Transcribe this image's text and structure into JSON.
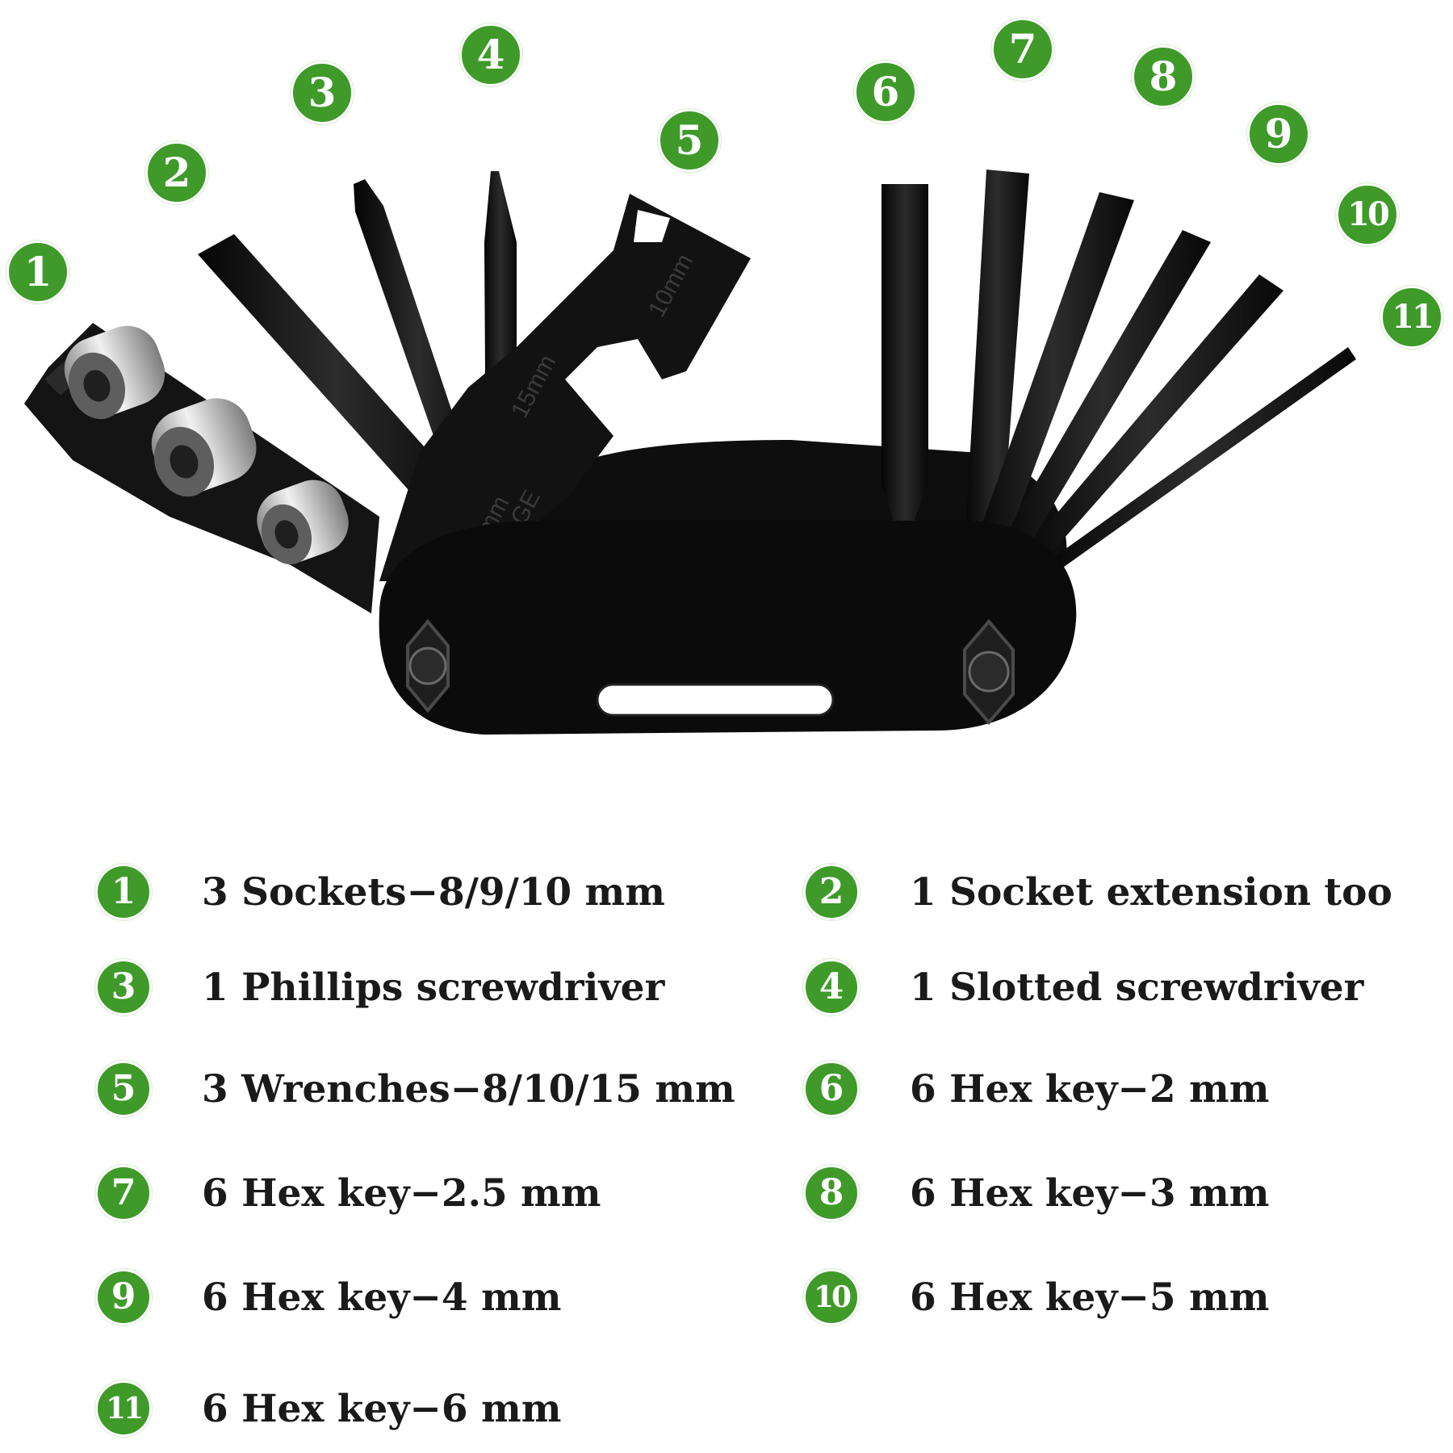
{
  "callouts": [
    {
      "num": "1"
    },
    {
      "num": "2"
    },
    {
      "num": "3"
    },
    {
      "num": "4"
    },
    {
      "num": "5"
    },
    {
      "num": "6"
    },
    {
      "num": "7"
    },
    {
      "num": "8"
    },
    {
      "num": "9"
    },
    {
      "num": "10"
    },
    {
      "num": "11"
    }
  ],
  "engravings": {
    "wrench_10": "10mm",
    "wrench_15": "15mm",
    "wrench_8": "8mm",
    "gauge": "AGE"
  },
  "legend": [
    {
      "num": "1",
      "text": "3 Sockets−8/9/10 mm"
    },
    {
      "num": "2",
      "text": "1 Socket extension too"
    },
    {
      "num": "3",
      "text": "1 Phillips screwdriver"
    },
    {
      "num": "4",
      "text": "1 Slotted screwdriver"
    },
    {
      "num": "5",
      "text": "3 Wrenches−8/10/15 mm"
    },
    {
      "num": "6",
      "text": "6 Hex key−2 mm"
    },
    {
      "num": "7",
      "text": "6 Hex key−2.5 mm"
    },
    {
      "num": "8",
      "text": "6 Hex key−3 mm"
    },
    {
      "num": "9",
      "text": "6 Hex key−4 mm"
    },
    {
      "num": "10",
      "text": "6 Hex key−5 mm"
    },
    {
      "num": "11",
      "text": "6 Hex key−6 mm"
    }
  ],
  "colors": {
    "badge": "#3f9a2a",
    "tool": "#111111",
    "socket": "#c9c9c9"
  }
}
